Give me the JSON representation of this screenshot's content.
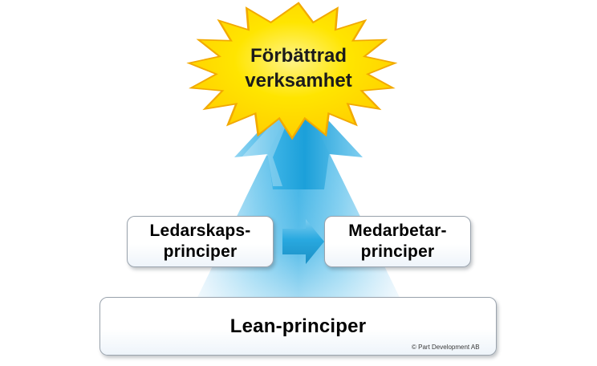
{
  "diagram": {
    "title": "Förbättrad verksamhet",
    "burst": {
      "label_line1": "Förbättrad",
      "label_line2": "verksamhet",
      "fill_color": "#FFE500",
      "stroke_color": "#F0A500"
    },
    "arrow_up": {
      "name": "big-blue-upward-arrow",
      "color": "#29ABE2"
    },
    "arrow_right": {
      "name": "blue-right-arrow",
      "color": "#29A9E0"
    },
    "boxes": [
      {
        "id": "leadership",
        "line1": "Ledarskaps-",
        "line2": "principer"
      },
      {
        "id": "coworker",
        "line1": "Medarbetar-",
        "line2": "principer"
      },
      {
        "id": "lean",
        "line1": "Lean-principer"
      }
    ],
    "copyright": "© Part Development AB"
  }
}
